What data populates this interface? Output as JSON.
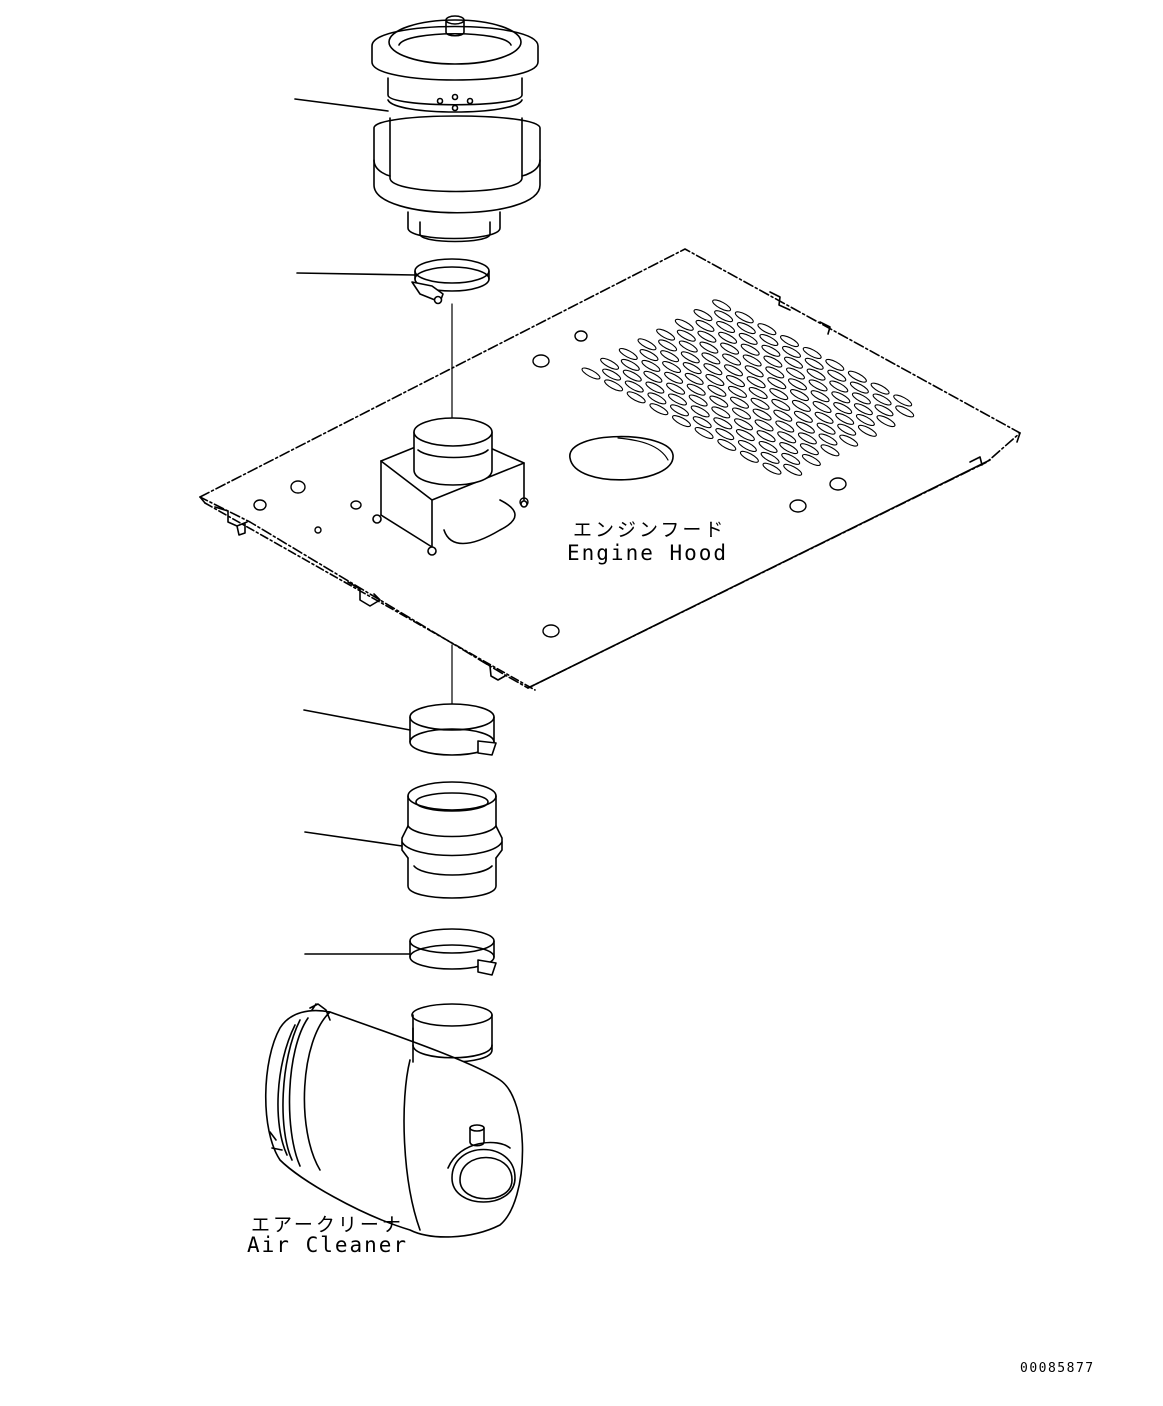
{
  "labels": {
    "engine_hood_jp": "エンジンフード",
    "engine_hood_en": "Engine Hood",
    "air_cleaner_jp": "エアークリーナ",
    "air_cleaner_en": "Air Cleaner"
  },
  "drawing_number": "00085877",
  "colors": {
    "line": "#000000",
    "background": "#ffffff"
  }
}
